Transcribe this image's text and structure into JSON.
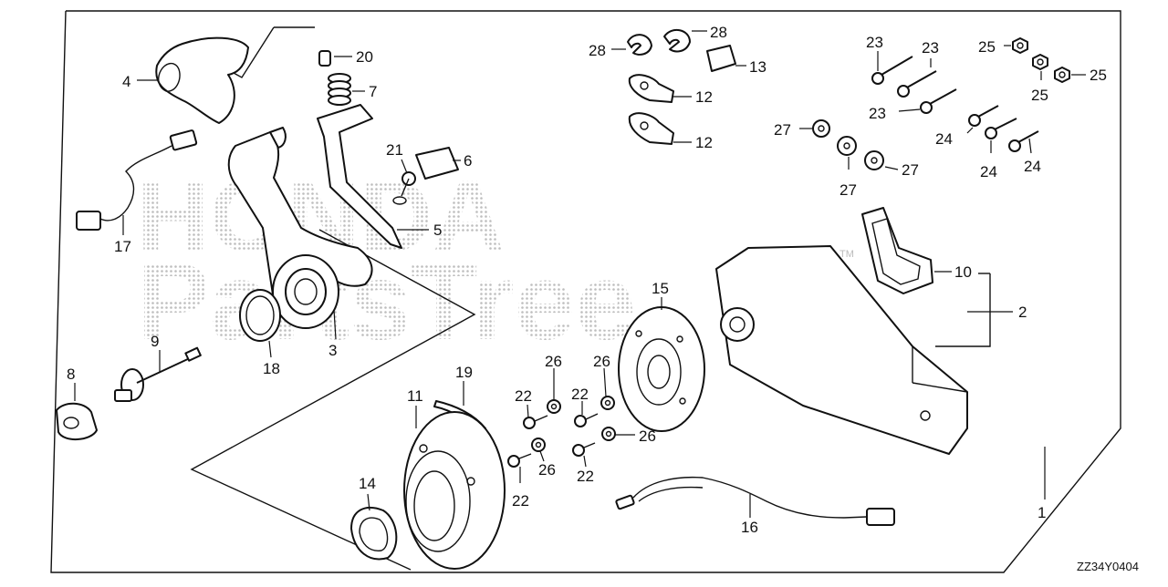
{
  "watermark": {
    "brand": "HONDA",
    "site": "PartsTree",
    "trademark": "TM"
  },
  "diagram_code": "ZZ34Y0404",
  "callouts": {
    "p1": "1",
    "p2": "2",
    "p3": "3",
    "p4": "4",
    "p5": "5",
    "p6": "6",
    "p7": "7",
    "p8": "8",
    "p9": "9",
    "p10": "10",
    "p11": "11",
    "p12a": "12",
    "p12b": "12",
    "p13": "13",
    "p14": "14",
    "p15": "15",
    "p16": "16",
    "p17": "17",
    "p18": "18",
    "p19": "19",
    "p20": "20",
    "p21": "21",
    "p22a": "22",
    "p22b": "22",
    "p22c": "22",
    "p22d": "22",
    "p23a": "23",
    "p23b": "23",
    "p23c": "23",
    "p24a": "24",
    "p24b": "24",
    "p24c": "24",
    "p25a": "25",
    "p25b": "25",
    "p25c": "25",
    "p26a": "26",
    "p26b": "26",
    "p26c": "26",
    "p26d": "26",
    "p27a": "27",
    "p27b": "27",
    "p27c": "27",
    "p28a": "28",
    "p28b": "28"
  },
  "colors": {
    "ink": "#111111",
    "watermark": "#c8c8c8"
  }
}
